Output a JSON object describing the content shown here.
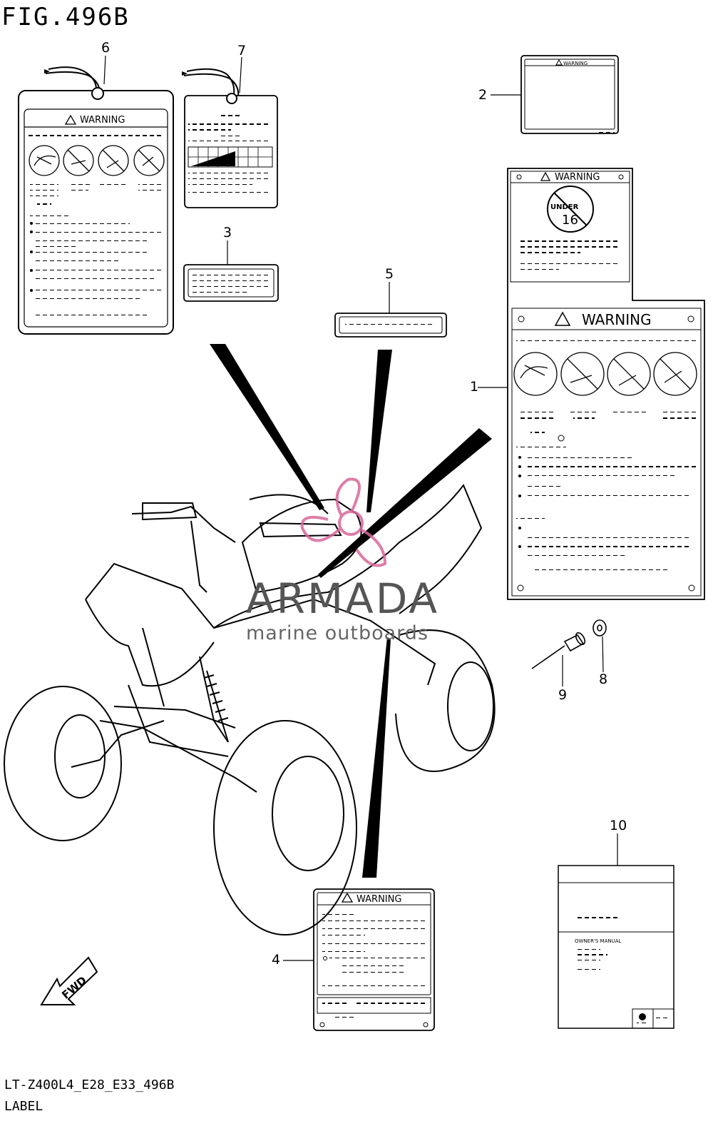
{
  "header": {
    "figure_title": "FIG.496B"
  },
  "footer": {
    "model_code": "LT-Z400L4_E28_E33_496B",
    "section_name": "LABEL"
  },
  "watermark": {
    "brand": "ARMADA",
    "subtitle": "marine outboards",
    "accent_color": "#d9679a"
  },
  "callouts": [
    "1",
    "2",
    "3",
    "4",
    "5",
    "6",
    "7",
    "8",
    "9",
    "10"
  ],
  "labels": {
    "warning": "WARNING",
    "age": "16",
    "age_word": "UNDER",
    "fwd": "FWD",
    "manual": "OWNER'S MANUAL"
  }
}
